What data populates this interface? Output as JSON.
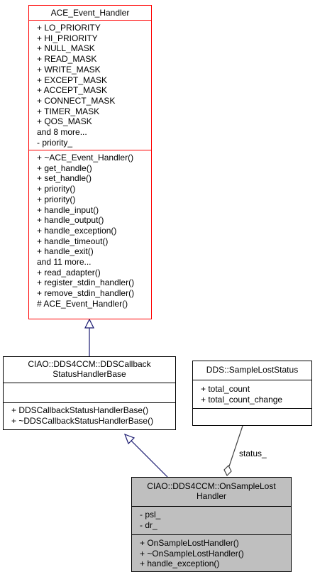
{
  "ace_event_handler": {
    "title": "ACE_Event_Handler",
    "attributes": [
      "+ LO_PRIORITY",
      "+ HI_PRIORITY",
      "+ NULL_MASK",
      "+ READ_MASK",
      "+ WRITE_MASK",
      "+ EXCEPT_MASK",
      "+ ACCEPT_MASK",
      "+ CONNECT_MASK",
      "+ TIMER_MASK",
      "+ QOS_MASK",
      "and 8 more...",
      "- priority_"
    ],
    "methods": [
      "+ ~ACE_Event_Handler()",
      "+ get_handle()",
      "+ set_handle()",
      "+ priority()",
      "+ priority()",
      "+ handle_input()",
      "+ handle_output()",
      "+ handle_exception()",
      "+ handle_timeout()",
      "+ handle_exit()",
      "and 11 more...",
      "+ read_adapter()",
      "+ register_stdin_handler()",
      "+ remove_stdin_handler()",
      "# ACE_Event_Handler()"
    ]
  },
  "dds_callback_base": {
    "title_line1": "CIAO::DDS4CCM::DDSCallback",
    "title_line2": "StatusHandlerBase",
    "attributes": [],
    "methods": [
      "+ DDSCallbackStatusHandlerBase()",
      "+ ~DDSCallbackStatusHandlerBase()"
    ]
  },
  "sample_lost_status": {
    "title": "DDS::SampleLostStatus",
    "attributes": [
      "+ total_count",
      "+ total_count_change"
    ],
    "methods": []
  },
  "on_sample_lost_handler": {
    "title_line1": "CIAO::DDS4CCM::OnSampleLost",
    "title_line2": "Handler",
    "attributes": [
      "- psl_",
      "- dr_"
    ],
    "methods": [
      "+ OnSampleLostHandler()",
      "+ ~OnSampleLostHandler()",
      "+ handle_exception()"
    ]
  },
  "edges": {
    "composition_label": "status_"
  },
  "colors": {
    "ace_border": "#ff0000",
    "focus_fill": "#bfbfbf",
    "inheritance_edge": "#191970",
    "composition_edge": "#404040"
  }
}
